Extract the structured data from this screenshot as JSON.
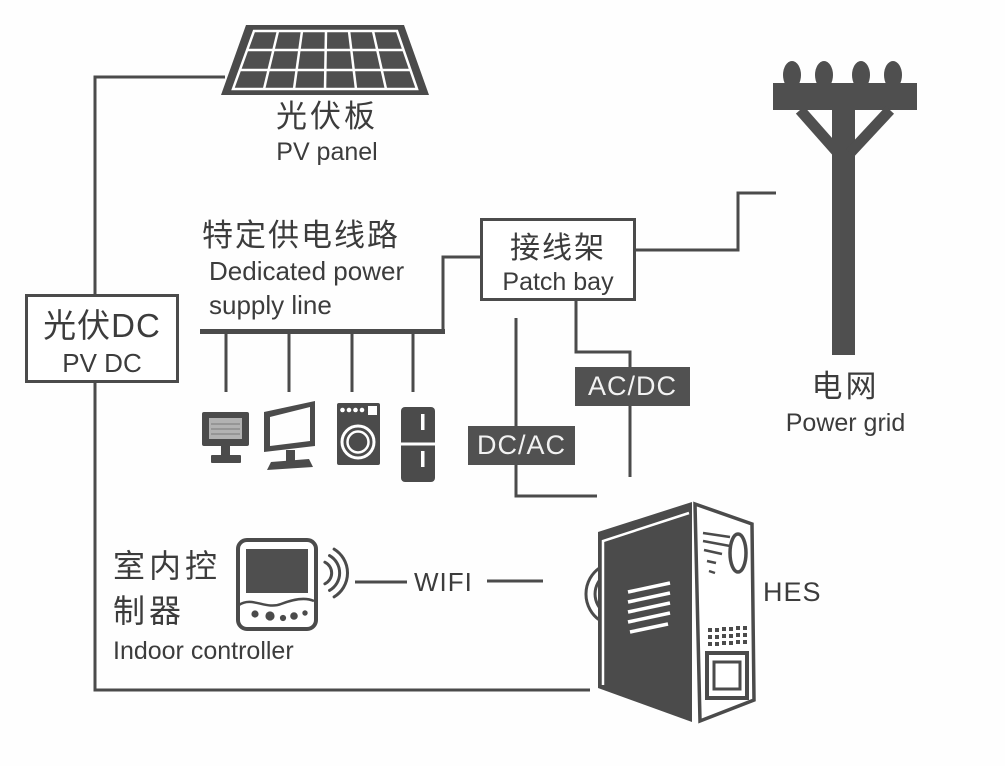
{
  "title": "PV home energy system diagram",
  "colors": {
    "ink": "#4b4b4b",
    "dark_box_fill": "#515151",
    "text": "#3c3c3c",
    "monitor_screen_gray": "#b2b2b2",
    "background": "#fefefe",
    "converter_text": "#f2f2f2"
  },
  "nodes": {
    "pv_panel": {
      "label_zh": "光伏板",
      "label_en": "PV panel"
    },
    "pv_dc": {
      "label_zh": "光伏DC",
      "label_en": "PV DC"
    },
    "supply_line": {
      "label_zh": "特定供电线路",
      "label_en_line1": "Dedicated power",
      "label_en_line2": "supply line"
    },
    "patch_bay": {
      "label_zh": "接线架",
      "label_en": "Patch bay"
    },
    "ac_dc": {
      "label": "AC/DC"
    },
    "dc_ac": {
      "label": "DC/AC"
    },
    "power_grid": {
      "label_zh": "电网",
      "label_en": "Power grid"
    },
    "indoor_controller": {
      "label_zh_line1": "室内控",
      "label_zh_line2": "制器",
      "label_en": "Indoor controller"
    },
    "wifi": {
      "label": "WIFI"
    },
    "hes": {
      "label": "HES"
    }
  },
  "icons": [
    "pv-panel-icon",
    "power-pole-icon",
    "monitor-icon",
    "tv-icon",
    "washing-machine-icon",
    "refrigerator-icon",
    "controller-icon",
    "wifi-signal-right-icon",
    "wifi-signal-left-icon",
    "hes-cabinet-icon"
  ]
}
